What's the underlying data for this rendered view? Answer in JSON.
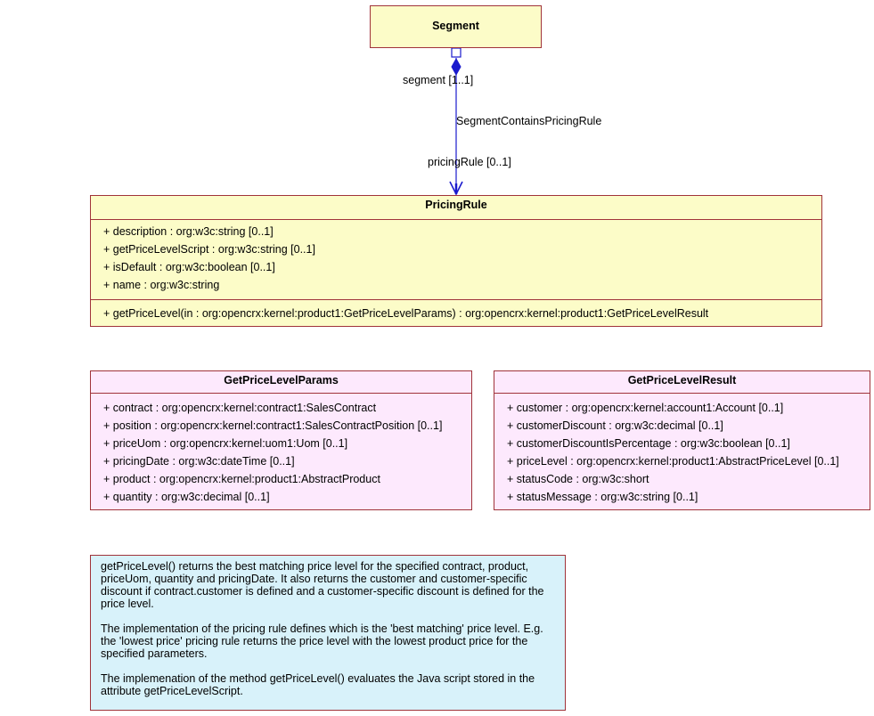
{
  "segment": {
    "name": "Segment"
  },
  "association": {
    "name": "SegmentContainsPricingRule",
    "source_role": "segment [1..1]",
    "target_role": "pricingRule [0..1]"
  },
  "pricing_rule": {
    "name": "PricingRule",
    "attributes": [
      "+ description : org:w3c:string [0..1]",
      "+ getPriceLevelScript : org:w3c:string [0..1]",
      "+ isDefault : org:w3c:boolean [0..1]",
      "+ name : org:w3c:string"
    ],
    "operations": [
      "+ getPriceLevel(in : org:opencrx:kernel:product1:GetPriceLevelParams) : org:opencrx:kernel:product1:GetPriceLevelResult"
    ]
  },
  "params": {
    "name": "GetPriceLevelParams",
    "attributes": [
      "+ contract : org:opencrx:kernel:contract1:SalesContract",
      "+ position : org:opencrx:kernel:contract1:SalesContractPosition [0..1]",
      "+ priceUom : org:opencrx:kernel:uom1:Uom [0..1]",
      "+ pricingDate : org:w3c:dateTime [0..1]",
      "+ product : org:opencrx:kernel:product1:AbstractProduct",
      "+ quantity : org:w3c:decimal [0..1]"
    ]
  },
  "result": {
    "name": "GetPriceLevelResult",
    "attributes": [
      "+ customer : org:opencrx:kernel:account1:Account [0..1]",
      "+ customerDiscount : org:w3c:decimal [0..1]",
      "+ customerDiscountIsPercentage : org:w3c:boolean [0..1]",
      "+ priceLevel : org:opencrx:kernel:product1:AbstractPriceLevel [0..1]",
      "+ statusCode : org:w3c:short",
      "+ statusMessage : org:w3c:string [0..1]"
    ]
  },
  "note": {
    "paragraphs": [
      "getPriceLevel() returns the best matching price level for the specified contract, product, priceUom, quantity and pricingDate. It also returns the customer and customer-specific discount if contract.customer is defined and a customer-specific discount is defined for the price level.",
      "The implementation of the pricing rule defines which is the 'best matching' price level. E.g. the 'lowest price' pricing rule returns the price level with the lowest product price for the specified parameters.",
      "The implemenation of the method getPriceLevel() evaluates the Java script stored in the attribute getPriceLevelScript."
    ]
  },
  "colors": {
    "class_fill": "#fcfcc8",
    "param_fill": "#fde9fd",
    "note_fill": "#d8f2fa",
    "border": "#a0333a",
    "association_line": "#1a1acd"
  }
}
